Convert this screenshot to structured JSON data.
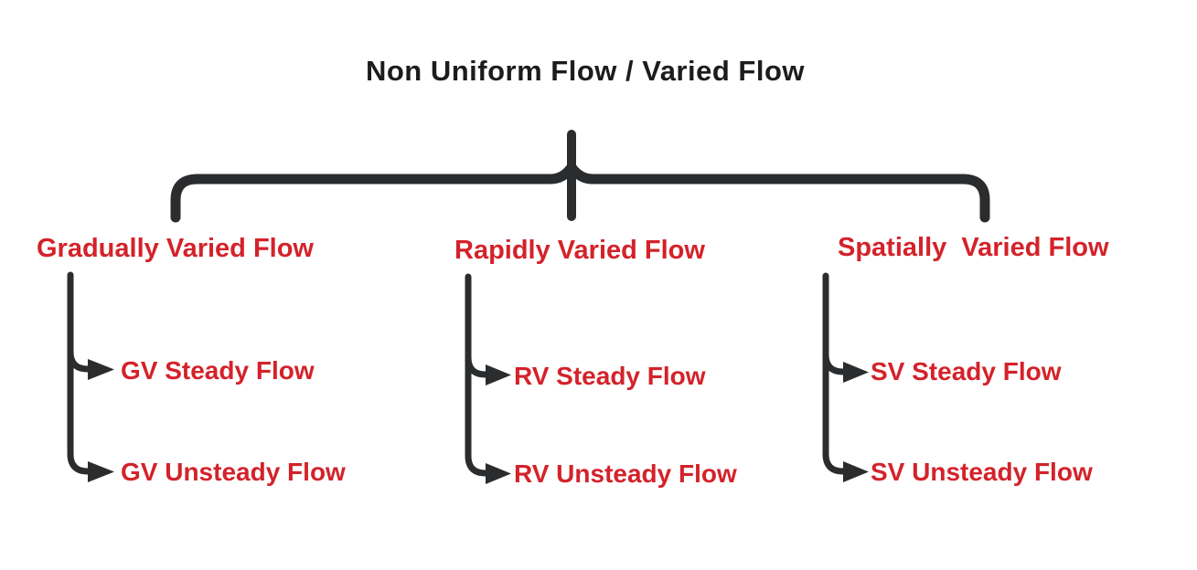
{
  "diagram": {
    "title": "Non Uniform Flow / Varied Flow",
    "branches": [
      {
        "label": "Gradually Varied Flow",
        "children": [
          "GV Steady Flow",
          "GV Unsteady Flow"
        ]
      },
      {
        "label": "Rapidly Varied Flow",
        "children": [
          "RV Steady Flow",
          "RV Unsteady Flow"
        ]
      },
      {
        "label": "Spatially  Varied Flow",
        "children": [
          "SV Steady Flow",
          "SV Unsteady Flow"
        ]
      }
    ],
    "colors": {
      "branch_text_red": "#d4222a",
      "line_dark": "#2b2c2e",
      "title_black": "#1c1c1e",
      "background": "#ffffff"
    }
  }
}
